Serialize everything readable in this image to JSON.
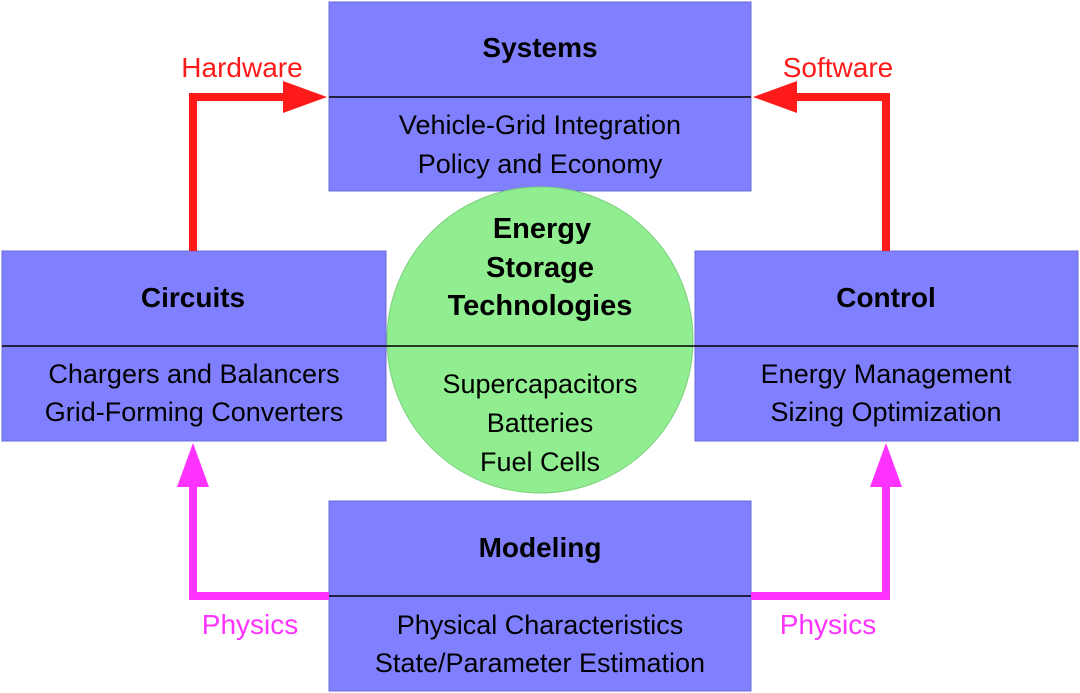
{
  "colors": {
    "block_fill": "#8080ff",
    "block_border": "#6a6ad8",
    "center_fill": "#90ee90",
    "center_border": "#7ad07a",
    "hardware_software_arrow": "#ff1a1a",
    "physics_arrow": "#ff33ff",
    "divider": "#000000"
  },
  "systems": {
    "title": "Systems",
    "lines": [
      "Vehicle-Grid Integration",
      "Policy and Economy"
    ]
  },
  "circuits": {
    "title": "Circuits",
    "lines": [
      "Chargers and Balancers",
      "Grid-Forming Converters"
    ]
  },
  "control": {
    "title": "Control",
    "lines": [
      "Energy Management",
      "Sizing Optimization"
    ]
  },
  "modeling": {
    "title": "Modeling",
    "lines": [
      "Physical Characteristics",
      "State/Parameter Estimation"
    ]
  },
  "center": {
    "title_lines": [
      "Energy",
      "Storage",
      "Technologies"
    ],
    "items": [
      "Supercapacitors",
      "Batteries",
      "Fuel Cells"
    ]
  },
  "arrows": {
    "hardware_label": "Hardware",
    "software_label": "Software",
    "physics_left_label": "Physics",
    "physics_right_label": "Physics"
  }
}
